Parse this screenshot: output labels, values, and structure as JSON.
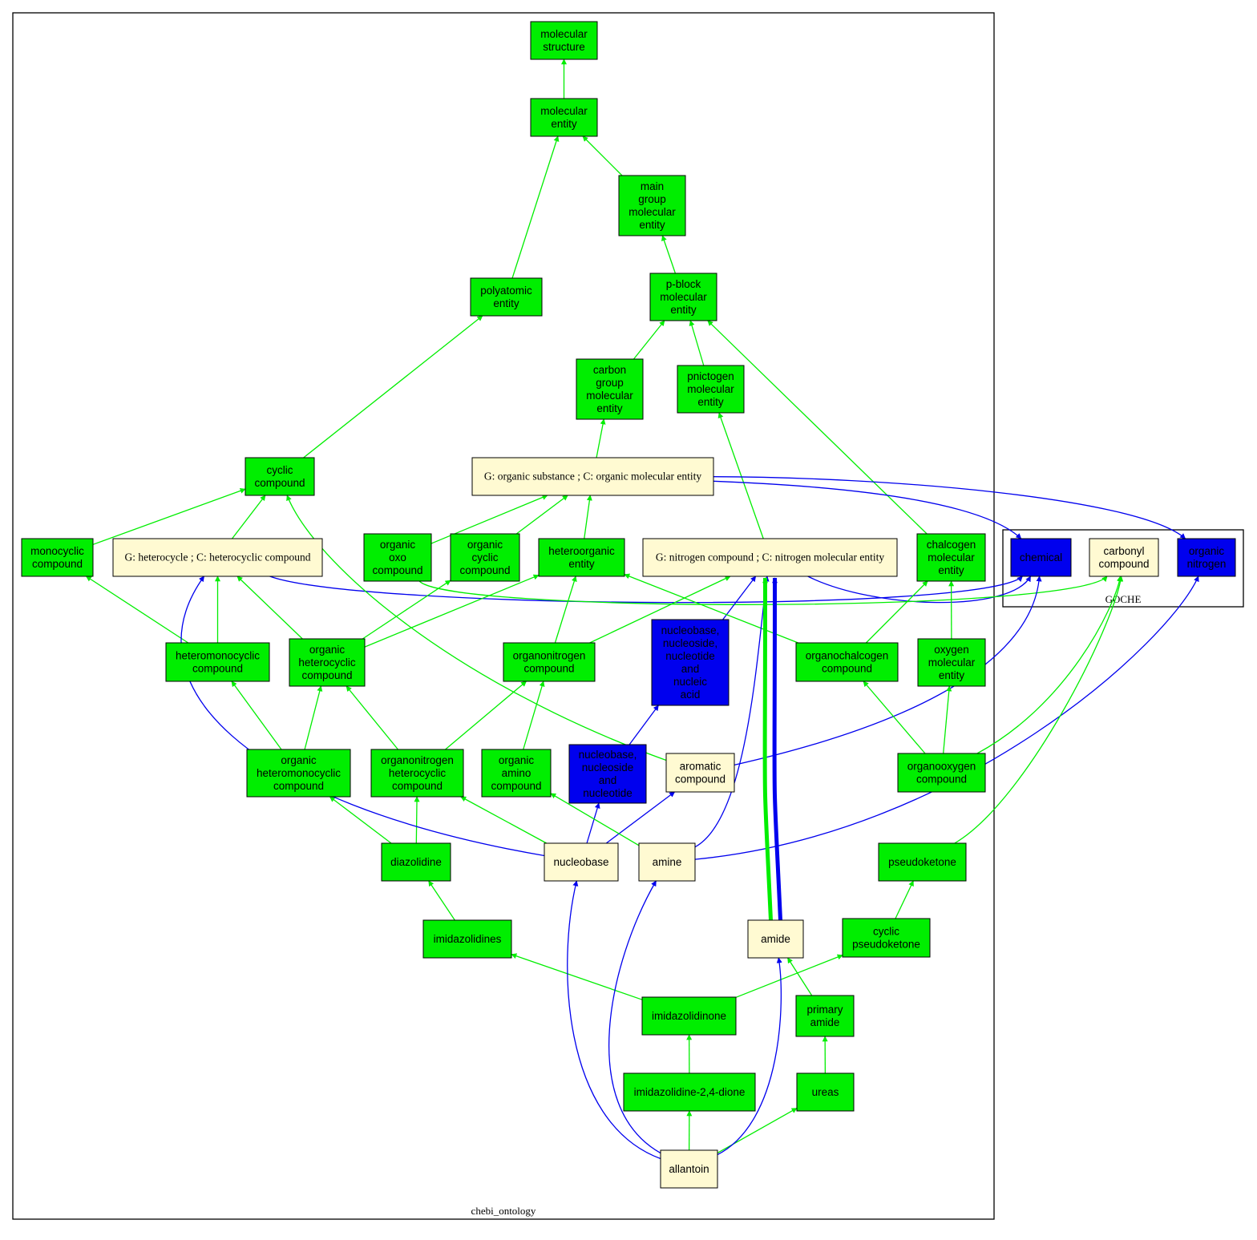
{
  "colors": {
    "green": "#00ee00",
    "blue": "#0000ee",
    "cream": "#fffad2",
    "green_edge": "#00ee00",
    "blue_edge": "#0000ee"
  },
  "clusters": [
    {
      "id": "chebi",
      "label": "chebi_ontology"
    },
    {
      "id": "goche",
      "label": "GOCHE"
    }
  ],
  "nodes": [
    {
      "id": "molecular_structure",
      "lines": [
        "molecular",
        "structure"
      ],
      "color": "green"
    },
    {
      "id": "molecular_entity",
      "lines": [
        "molecular",
        "entity"
      ],
      "color": "green"
    },
    {
      "id": "main_group",
      "lines": [
        "main",
        "group",
        "molecular",
        "entity"
      ],
      "color": "green"
    },
    {
      "id": "polyatomic",
      "lines": [
        "polyatomic",
        "entity"
      ],
      "color": "green"
    },
    {
      "id": "pblock",
      "lines": [
        "p-block",
        "molecular",
        "entity"
      ],
      "color": "green"
    },
    {
      "id": "carbon_group",
      "lines": [
        "carbon",
        "group",
        "molecular",
        "entity"
      ],
      "color": "green"
    },
    {
      "id": "pnictogen",
      "lines": [
        "pnictogen",
        "molecular",
        "entity"
      ],
      "color": "green"
    },
    {
      "id": "cyclic_compound",
      "lines": [
        "cyclic",
        "compound"
      ],
      "color": "green"
    },
    {
      "id": "organic_substance",
      "lines": [
        "G: organic substance ; C: organic molecular entity"
      ],
      "color": "cream",
      "serif": true
    },
    {
      "id": "monocyclic",
      "lines": [
        "monocyclic",
        "compound"
      ],
      "color": "green"
    },
    {
      "id": "heterocycle",
      "lines": [
        "G: heterocycle ; C: heterocyclic compound"
      ],
      "color": "cream",
      "serif": true
    },
    {
      "id": "organic_oxo",
      "lines": [
        "organic",
        "oxo",
        "compound"
      ],
      "color": "green"
    },
    {
      "id": "organic_cyclic",
      "lines": [
        "organic",
        "cyclic",
        "compound"
      ],
      "color": "green"
    },
    {
      "id": "heteroorganic",
      "lines": [
        "heteroorganic",
        "entity"
      ],
      "color": "green"
    },
    {
      "id": "nitrogen_compound",
      "lines": [
        "G: nitrogen compound ; C: nitrogen molecular entity"
      ],
      "color": "cream",
      "serif": true
    },
    {
      "id": "chalcogen",
      "lines": [
        "chalcogen",
        "molecular",
        "entity"
      ],
      "color": "green"
    },
    {
      "id": "chemical",
      "lines": [
        "chemical"
      ],
      "color": "blue"
    },
    {
      "id": "carbonyl",
      "lines": [
        "carbonyl",
        "compound"
      ],
      "color": "cream"
    },
    {
      "id": "organic_nitrogen",
      "lines": [
        "organic",
        "nitrogen"
      ],
      "color": "blue"
    },
    {
      "id": "heteromonocyclic",
      "lines": [
        "heteromonocyclic",
        "compound"
      ],
      "color": "green"
    },
    {
      "id": "organic_heterocyclic",
      "lines": [
        "organic",
        "heterocyclic",
        "compound"
      ],
      "color": "green"
    },
    {
      "id": "organonitrogen",
      "lines": [
        "organonitrogen",
        "compound"
      ],
      "color": "green"
    },
    {
      "id": "nucleobase_nucleic",
      "lines": [
        "nucleobase,",
        "nucleoside,",
        "nucleotide",
        "and",
        "nucleic",
        "acid"
      ],
      "color": "blue"
    },
    {
      "id": "organochalcogen",
      "lines": [
        "organochalcogen",
        "compound"
      ],
      "color": "green"
    },
    {
      "id": "oxygen_molecular",
      "lines": [
        "oxygen",
        "molecular",
        "entity"
      ],
      "color": "green"
    },
    {
      "id": "organic_heteromonocyclic",
      "lines": [
        "organic",
        "heteromonocyclic",
        "compound"
      ],
      "color": "green"
    },
    {
      "id": "organonitrogen_heterocyclic",
      "lines": [
        "organonitrogen",
        "heterocyclic",
        "compound"
      ],
      "color": "green"
    },
    {
      "id": "organic_amino",
      "lines": [
        "organic",
        "amino",
        "compound"
      ],
      "color": "green"
    },
    {
      "id": "nucleobase_nucleotide",
      "lines": [
        "nucleobase,",
        "nucleoside",
        "and",
        "nucleotide"
      ],
      "color": "blue"
    },
    {
      "id": "aromatic",
      "lines": [
        "aromatic",
        "compound"
      ],
      "color": "cream"
    },
    {
      "id": "organooxygen",
      "lines": [
        "organooxygen",
        "compound"
      ],
      "color": "green"
    },
    {
      "id": "diazolidine",
      "lines": [
        "diazolidine"
      ],
      "color": "green"
    },
    {
      "id": "nucleobase",
      "lines": [
        "nucleobase"
      ],
      "color": "cream"
    },
    {
      "id": "amine",
      "lines": [
        "amine"
      ],
      "color": "cream"
    },
    {
      "id": "pseudoketone",
      "lines": [
        "pseudoketone"
      ],
      "color": "green"
    },
    {
      "id": "imidazolidines",
      "lines": [
        "imidazolidines"
      ],
      "color": "green"
    },
    {
      "id": "amide",
      "lines": [
        "amide"
      ],
      "color": "cream"
    },
    {
      "id": "cyclic_pseudoketone",
      "lines": [
        "cyclic",
        "pseudoketone"
      ],
      "color": "green"
    },
    {
      "id": "imidazolidinone",
      "lines": [
        "imidazolidinone"
      ],
      "color": "green"
    },
    {
      "id": "primary_amide",
      "lines": [
        "primary",
        "amide"
      ],
      "color": "green"
    },
    {
      "id": "imidazolidine_dione",
      "lines": [
        "imidazolidine-2,4-dione"
      ],
      "color": "green"
    },
    {
      "id": "ureas",
      "lines": [
        "ureas"
      ],
      "color": "green"
    },
    {
      "id": "allantoin",
      "lines": [
        "allantoin"
      ],
      "color": "cream"
    }
  ],
  "edges": [
    {
      "from": "molecular_entity",
      "to": "molecular_structure",
      "color": "green"
    },
    {
      "from": "main_group",
      "to": "molecular_entity",
      "color": "green"
    },
    {
      "from": "polyatomic",
      "to": "molecular_entity",
      "color": "green"
    },
    {
      "from": "pblock",
      "to": "main_group",
      "color": "green"
    },
    {
      "from": "carbon_group",
      "to": "pblock",
      "color": "green"
    },
    {
      "from": "pnictogen",
      "to": "pblock",
      "color": "green"
    },
    {
      "from": "chalcogen",
      "to": "pblock",
      "color": "green"
    },
    {
      "from": "cyclic_compound",
      "to": "polyatomic",
      "color": "green"
    },
    {
      "from": "organic_substance",
      "to": "carbon_group",
      "color": "green"
    },
    {
      "from": "nitrogen_compound",
      "to": "pnictogen",
      "color": "green"
    },
    {
      "from": "monocyclic",
      "to": "cyclic_compound",
      "color": "green"
    },
    {
      "from": "heterocycle",
      "to": "cyclic_compound",
      "color": "green"
    },
    {
      "from": "organic_oxo",
      "to": "organic_substance",
      "color": "green"
    },
    {
      "from": "organic_cyclic",
      "to": "organic_substance",
      "color": "green"
    },
    {
      "from": "heteroorganic",
      "to": "organic_substance",
      "color": "green"
    },
    {
      "from": "organic_substance",
      "to": "chemical",
      "color": "blue"
    },
    {
      "from": "organic_substance",
      "to": "organic_nitrogen",
      "color": "blue"
    },
    {
      "from": "heterocycle",
      "to": "chemical",
      "color": "blue"
    },
    {
      "from": "nitrogen_compound",
      "to": "chemical",
      "color": "blue"
    },
    {
      "from": "organic_oxo",
      "to": "carbonyl",
      "color": "green"
    },
    {
      "from": "heteromonocyclic",
      "to": "monocyclic",
      "color": "green"
    },
    {
      "from": "heteromonocyclic",
      "to": "heterocycle",
      "color": "green"
    },
    {
      "from": "organic_heterocyclic",
      "to": "heterocycle",
      "color": "green"
    },
    {
      "from": "organic_heterocyclic",
      "to": "organic_cyclic",
      "color": "green"
    },
    {
      "from": "organic_heterocyclic",
      "to": "heteroorganic",
      "color": "green"
    },
    {
      "from": "organonitrogen",
      "to": "heteroorganic",
      "color": "green"
    },
    {
      "from": "organonitrogen",
      "to": "nitrogen_compound",
      "color": "green"
    },
    {
      "from": "nucleobase_nucleic",
      "to": "nitrogen_compound",
      "color": "blue"
    },
    {
      "from": "organochalcogen",
      "to": "heteroorganic",
      "color": "green"
    },
    {
      "from": "organochalcogen",
      "to": "chalcogen",
      "color": "green"
    },
    {
      "from": "oxygen_molecular",
      "to": "chalcogen",
      "color": "green"
    },
    {
      "from": "organic_heteromonocyclic",
      "to": "heteromonocyclic",
      "color": "green"
    },
    {
      "from": "organic_heteromonocyclic",
      "to": "organic_heterocyclic",
      "color": "green"
    },
    {
      "from": "organonitrogen_heterocyclic",
      "to": "organic_heterocyclic",
      "color": "green"
    },
    {
      "from": "organonitrogen_heterocyclic",
      "to": "organonitrogen",
      "color": "green"
    },
    {
      "from": "organic_amino",
      "to": "organonitrogen",
      "color": "green"
    },
    {
      "from": "nucleobase_nucleotide",
      "to": "nucleobase_nucleic",
      "color": "blue"
    },
    {
      "from": "aromatic",
      "to": "cyclic_compound",
      "color": "green"
    },
    {
      "from": "aromatic",
      "to": "chemical",
      "color": "blue"
    },
    {
      "from": "organooxygen",
      "to": "organochalcogen",
      "color": "green"
    },
    {
      "from": "organooxygen",
      "to": "oxygen_molecular",
      "color": "green"
    },
    {
      "from": "organooxygen",
      "to": "carbonyl",
      "color": "green"
    },
    {
      "from": "diazolidine",
      "to": "organic_heteromonocyclic",
      "color": "green"
    },
    {
      "from": "diazolidine",
      "to": "organonitrogen_heterocyclic",
      "color": "green"
    },
    {
      "from": "nucleobase",
      "to": "organonitrogen_heterocyclic",
      "color": "green"
    },
    {
      "from": "nucleobase",
      "to": "nucleobase_nucleotide",
      "color": "blue"
    },
    {
      "from": "nucleobase",
      "to": "aromatic",
      "color": "blue"
    },
    {
      "from": "nucleobase",
      "to": "heterocycle",
      "color": "blue"
    },
    {
      "from": "amine",
      "to": "organic_amino",
      "color": "green"
    },
    {
      "from": "amine",
      "to": "nitrogen_compound",
      "color": "blue"
    },
    {
      "from": "amine",
      "to": "organic_nitrogen",
      "color": "blue"
    },
    {
      "from": "pseudoketone",
      "to": "carbonyl",
      "color": "green"
    },
    {
      "from": "imidazolidines",
      "to": "diazolidine",
      "color": "green"
    },
    {
      "from": "amide",
      "to": "nitrogen_compound",
      "color": "green",
      "bold": true
    },
    {
      "from": "amide",
      "to": "nitrogen_compound",
      "color": "blue",
      "bold": true
    },
    {
      "from": "cyclic_pseudoketone",
      "to": "pseudoketone",
      "color": "green"
    },
    {
      "from": "imidazolidinone",
      "to": "imidazolidines",
      "color": "green"
    },
    {
      "from": "imidazolidinone",
      "to": "cyclic_pseudoketone",
      "color": "green"
    },
    {
      "from": "primary_amide",
      "to": "amide",
      "color": "green"
    },
    {
      "from": "imidazolidine_dione",
      "to": "imidazolidinone",
      "color": "green"
    },
    {
      "from": "ureas",
      "to": "primary_amide",
      "color": "green"
    },
    {
      "from": "allantoin",
      "to": "imidazolidine_dione",
      "color": "green"
    },
    {
      "from": "allantoin",
      "to": "ureas",
      "color": "green"
    },
    {
      "from": "allantoin",
      "to": "nucleobase",
      "color": "blue"
    },
    {
      "from": "allantoin",
      "to": "amine",
      "color": "blue"
    },
    {
      "from": "allantoin",
      "to": "amide",
      "color": "blue"
    }
  ]
}
